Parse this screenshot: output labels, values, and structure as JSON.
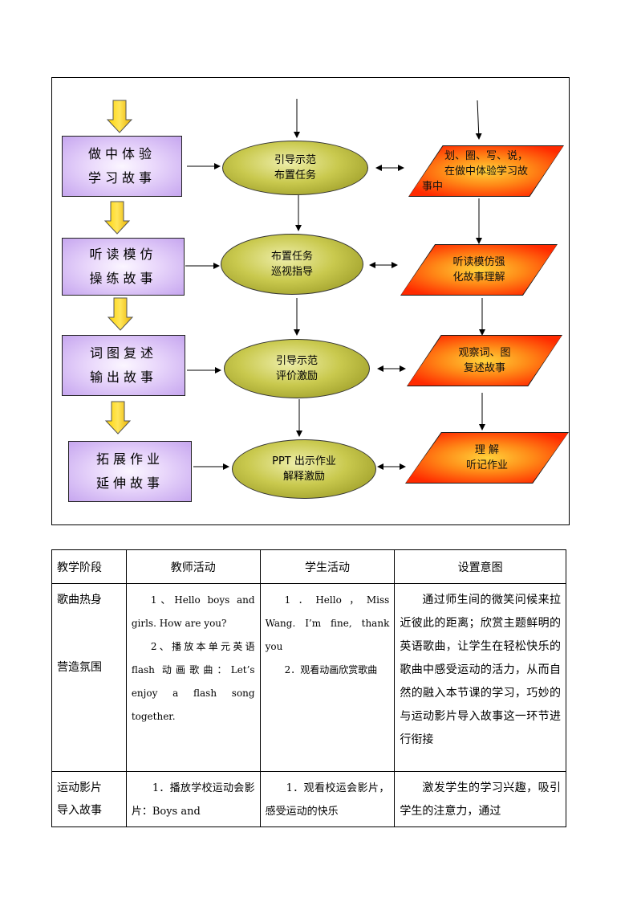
{
  "flowchart": {
    "stages": [
      {
        "line1": "做中体验",
        "line2": "学习故事"
      },
      {
        "line1": "听读模仿",
        "line2": "操练故事"
      },
      {
        "line1": "词图复述",
        "line2": "输出故事"
      },
      {
        "line1": "拓展作业",
        "line2": "延伸故事"
      }
    ],
    "teacher": [
      {
        "line1": "引导示范",
        "line2": "布置任务"
      },
      {
        "line1": "布置任务",
        "line2": "巡视指导"
      },
      {
        "line1": "引导示范",
        "line2": "评价激励"
      },
      {
        "line1": "PPT 出示作业",
        "line2": "解释激励"
      }
    ],
    "student": [
      {
        "line1": "划、圈、写、说，",
        "line2": "在做中体验学习故",
        "line3": "事中"
      },
      {
        "line1": "听读模仿强",
        "line2": "化故事理解"
      },
      {
        "line1": "观察词、图",
        "line2": "复述故事"
      },
      {
        "line1": "理 解",
        "line2": "听记作业"
      }
    ],
    "colors": {
      "stage_fill": "#c6a6ef",
      "teacher_fill": "#c9c94e",
      "student_fill": "#ff5a0a",
      "arrow_fill": "#f5c400"
    }
  },
  "table": {
    "headers": [
      "教学阶段",
      "教师活动",
      "学生活动",
      "设置意图"
    ],
    "row1": {
      "stage_line1": "歌曲热身",
      "stage_line2": "营造氛围",
      "teacher_p1": "1、Hello boys and girls. How are you?",
      "teacher_p2": "2、播放本单元英语 flash 动画歌曲：Let’s enjoy a flash song together.",
      "student_p1": "1．Hello，Miss Wang. I’m fine, thank you",
      "student_p2": "2．观看动画欣赏歌曲",
      "purpose": "通过师生间的微笑问候来拉近彼此的距离；欣赏主题鲜明的英语歌曲，让学生在轻松快乐的歌曲中感受运动的活力，从而自然的融入本节课的学习，巧妙的与运动影片导入故事这一环节进行衔接"
    },
    "row2": {
      "stage_line1": "运动影片",
      "stage_line2": "导入故事",
      "teacher": "1．播放学校运动会影片：Boys and",
      "student": "1．观看校运会影片，感受运动的快乐",
      "purpose": "激发学生的学习兴趣，吸引学生的注意力，通过"
    }
  }
}
